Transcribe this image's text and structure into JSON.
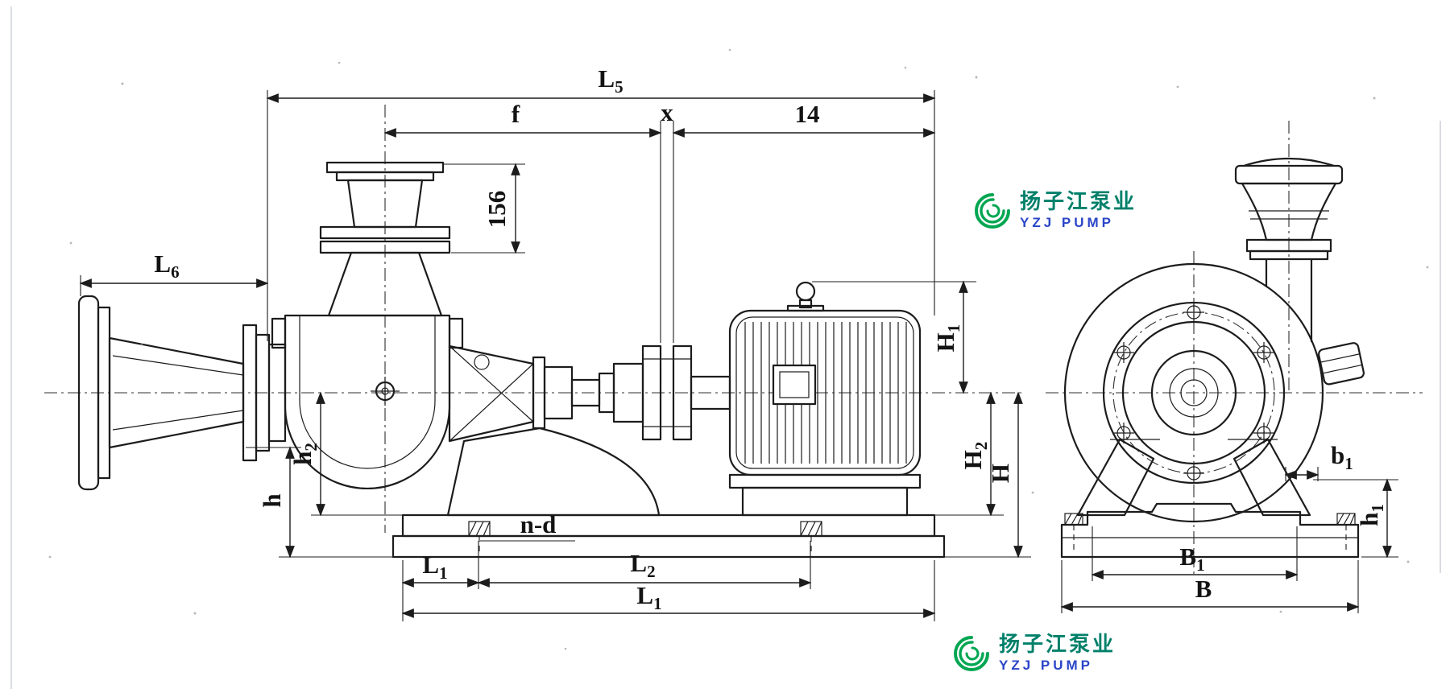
{
  "page": {
    "background": "#ffffff",
    "line_color": "#1c1c1c"
  },
  "branding": {
    "cn": "扬子江泵业",
    "en": "YZJ PUMP",
    "icon": "swirl-logo-icon",
    "icon_color": "#00a651",
    "cn_color": "#00806a",
    "en_color": "#2b46c8"
  },
  "dims": {
    "L5": {
      "base": "L",
      "sub": "5"
    },
    "f": {
      "base": "f",
      "sub": ""
    },
    "x": {
      "base": "x",
      "sub": ""
    },
    "n14": {
      "base": "14",
      "sub": ""
    },
    "n156": {
      "base": "156",
      "sub": ""
    },
    "L6": {
      "base": "L",
      "sub": "6"
    },
    "H1": {
      "base": "H",
      "sub": "1"
    },
    "H2": {
      "base": "H",
      "sub": "2"
    },
    "H": {
      "base": "H",
      "sub": ""
    },
    "h2": {
      "base": "h",
      "sub": "2"
    },
    "h": {
      "base": "h",
      "sub": ""
    },
    "nd": {
      "base": "n-d",
      "sub": ""
    },
    "L1_left": {
      "base": "L",
      "sub": "1"
    },
    "L2": {
      "base": "L",
      "sub": "2"
    },
    "L1_bottom": {
      "base": "L",
      "sub": "1"
    },
    "B1": {
      "base": "B",
      "sub": "1"
    },
    "B": {
      "base": "B",
      "sub": ""
    },
    "b1": {
      "base": "b",
      "sub": "1"
    },
    "h1": {
      "base": "h",
      "sub": "1"
    }
  }
}
